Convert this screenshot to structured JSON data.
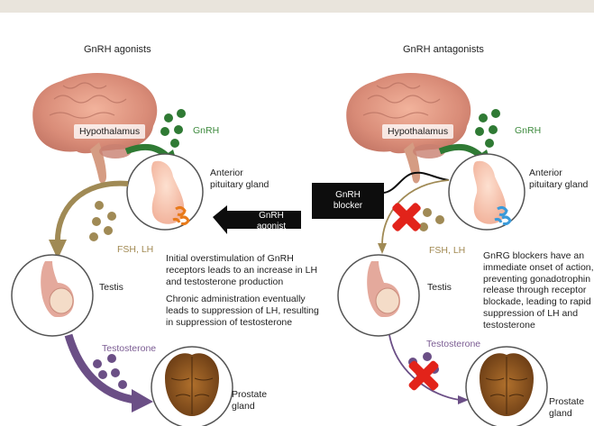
{
  "left_panel": {
    "title": "GnRH agonists",
    "hypothalamus": "Hypothalamus",
    "gnrh": "GnRH",
    "anterior_pituitary": "Anterior\npituitary gland",
    "agonist_box": "GnRH\nagonist",
    "fsh_lh": "FSH, LH",
    "testis": "Testis",
    "testosterone": "Testosterone",
    "prostate": "Prostate\ngland",
    "description_1": "Initial overstimulation of GnRH\nreceptors leads to an increase in LH\nand testosterone production",
    "description_2": "Chronic administration eventually\nleads to suppression of LH, resulting\nin suppression of testosterone"
  },
  "right_panel": {
    "title": "GnRH antagonists",
    "hypothalamus": "Hypothalamus",
    "gnrh": "GnRH",
    "anterior_pituitary": "Anterior\npituitary gland",
    "blocker_box": "GnRH\nblocker",
    "fsh_lh": "FSH, LH",
    "testis": "Testis",
    "testosterone": "Testosterone",
    "prostate": "Prostate\ngland",
    "description": "GnRG blockers have an\nimmediate onset of action,\npreventing gonadotrophin\nrelease through receptor\nblockade, leading to rapid\nsuppression of LH and\ntestosterone"
  },
  "colors": {
    "gnrh_green": "#2f7a34",
    "fsh_lh_gold": "#a08a55",
    "testosterone_purple": "#6b4f86",
    "block_red": "#e2231a",
    "agonist_receptor": "#e87a1a",
    "antagonist_receptor": "#3a9ad9"
  }
}
